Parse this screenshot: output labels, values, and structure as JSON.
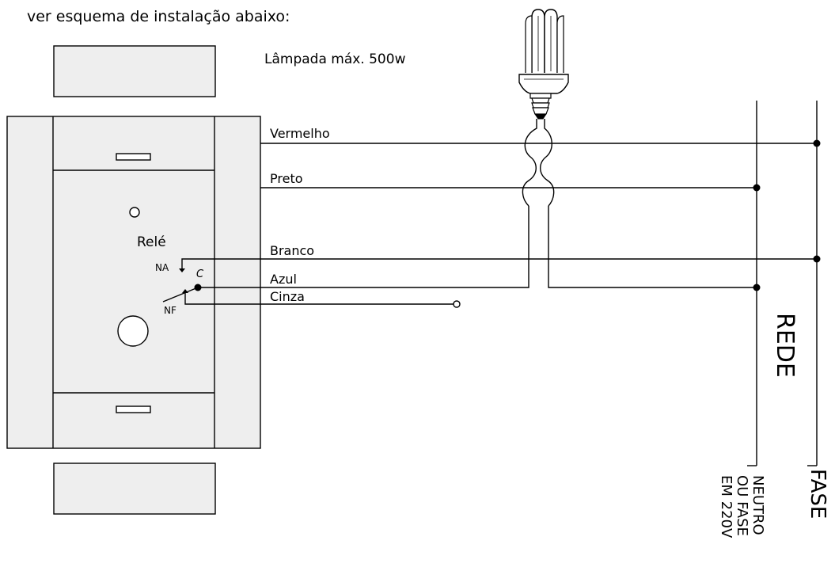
{
  "header": {
    "instruction": "ver esquema de instalação abaixo:"
  },
  "lamp": {
    "max_label": "Lâmpada máx. 500w"
  },
  "wires": {
    "vermelho": "Vermelho",
    "preto": "Preto",
    "branco": "Branco",
    "azul": "Azul",
    "cinza": "Cinza"
  },
  "relay": {
    "title": "Relé",
    "na": "NA",
    "c": "C",
    "nf": "NF"
  },
  "network": {
    "rede": "REDE",
    "neutro_line1": "NEUTRO",
    "neutro_line2": "OU FASE",
    "neutro_line3": "EM 220V",
    "fase": "FASE"
  },
  "colors": {
    "device_fill": "#eeeeee",
    "stroke": "#000000",
    "background": "#ffffff"
  }
}
